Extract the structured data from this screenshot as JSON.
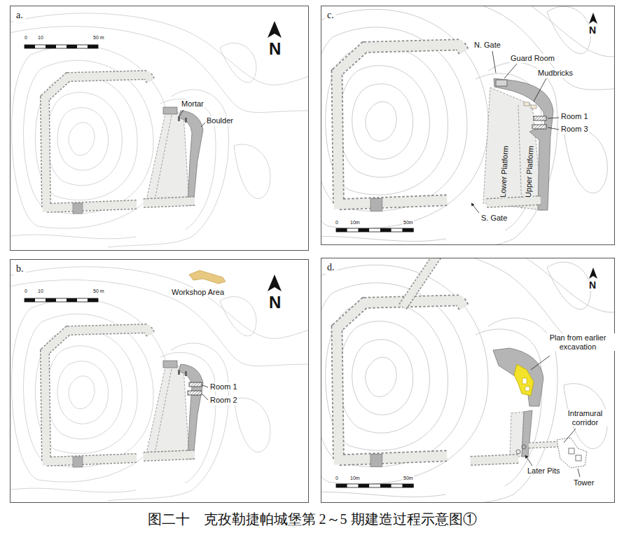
{
  "diagram": {
    "caption": "图二十　克孜勒捷帕城堡第 2～5 期建造过程示意图①",
    "nodes": [
      {
        "text": [
          "a."
        ]
      },
      {
        "text": [
          "c."
        ]
      },
      {
        "text": [
          "b."
        ]
      },
      {
        "text": [
          "d."
        ]
      }
    ],
    "labels": [
      "0",
      "10",
      "50 m",
      "N",
      "Mortar",
      "Boulder",
      "N",
      "N. Gate",
      "Guard Room",
      "Mudbricks",
      "Room 1",
      "Room 3",
      "Lower Platform",
      "Upper Platform",
      "S. Gate",
      "0",
      "10m",
      "50m",
      "0",
      "10",
      "50 m",
      "N",
      "Workshop Area",
      "Room 1",
      "Room 2",
      "N",
      "Plan from earlier excavation",
      "Intramural corridor",
      "Later Pits",
      "Tower",
      "0",
      "10m",
      "50m"
    ]
  }
}
